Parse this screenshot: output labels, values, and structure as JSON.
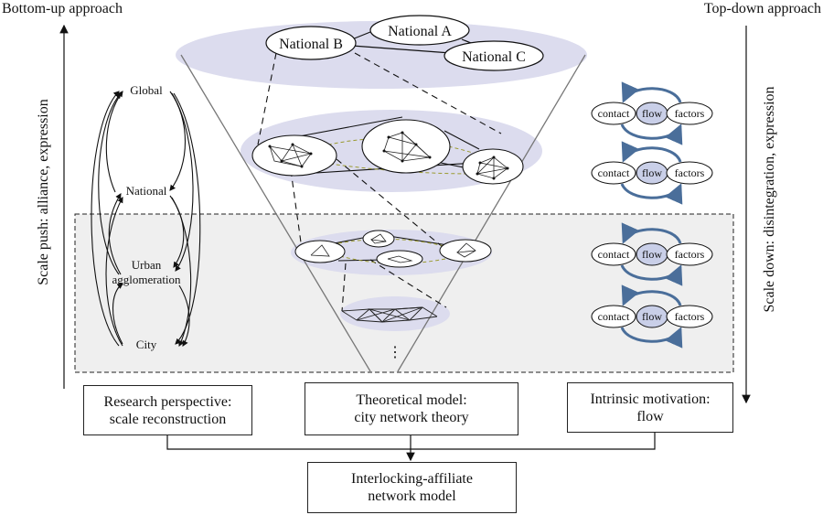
{
  "headers": {
    "left": "Bottom-up approach",
    "right": "Top-down approach"
  },
  "axes": {
    "left": "Scale push: alliance, expression",
    "right": "Scale down: disintegration, expression"
  },
  "scales": [
    "Global",
    "National",
    "Urban",
    "agglomeration",
    "City"
  ],
  "nations": [
    "National B",
    "National A",
    "National C"
  ],
  "ellipsis": "⋮",
  "motivation_rows": [
    {
      "contact": "contact",
      "flow": "flow",
      "factors": "factors"
    },
    {
      "contact": "contact",
      "flow": "flow",
      "factors": "factors"
    },
    {
      "contact": "contact",
      "flow": "flow",
      "factors": "factors"
    },
    {
      "contact": "contact",
      "flow": "flow",
      "factors": "factors"
    }
  ],
  "boxes": {
    "perspective": [
      "Research perspective:",
      "scale reconstruction"
    ],
    "theory": [
      "Theoretical model:",
      "city network theory"
    ],
    "motivation": [
      "Intrinsic motivation:",
      "flow"
    ],
    "model": [
      "Interlocking-affiliate",
      "network model"
    ]
  },
  "colors": {
    "lavender": "#dcdcee",
    "flow_fill": "#c9cfe8",
    "arrow_blue": "#4a6e9a",
    "shaded": "#efefef"
  }
}
